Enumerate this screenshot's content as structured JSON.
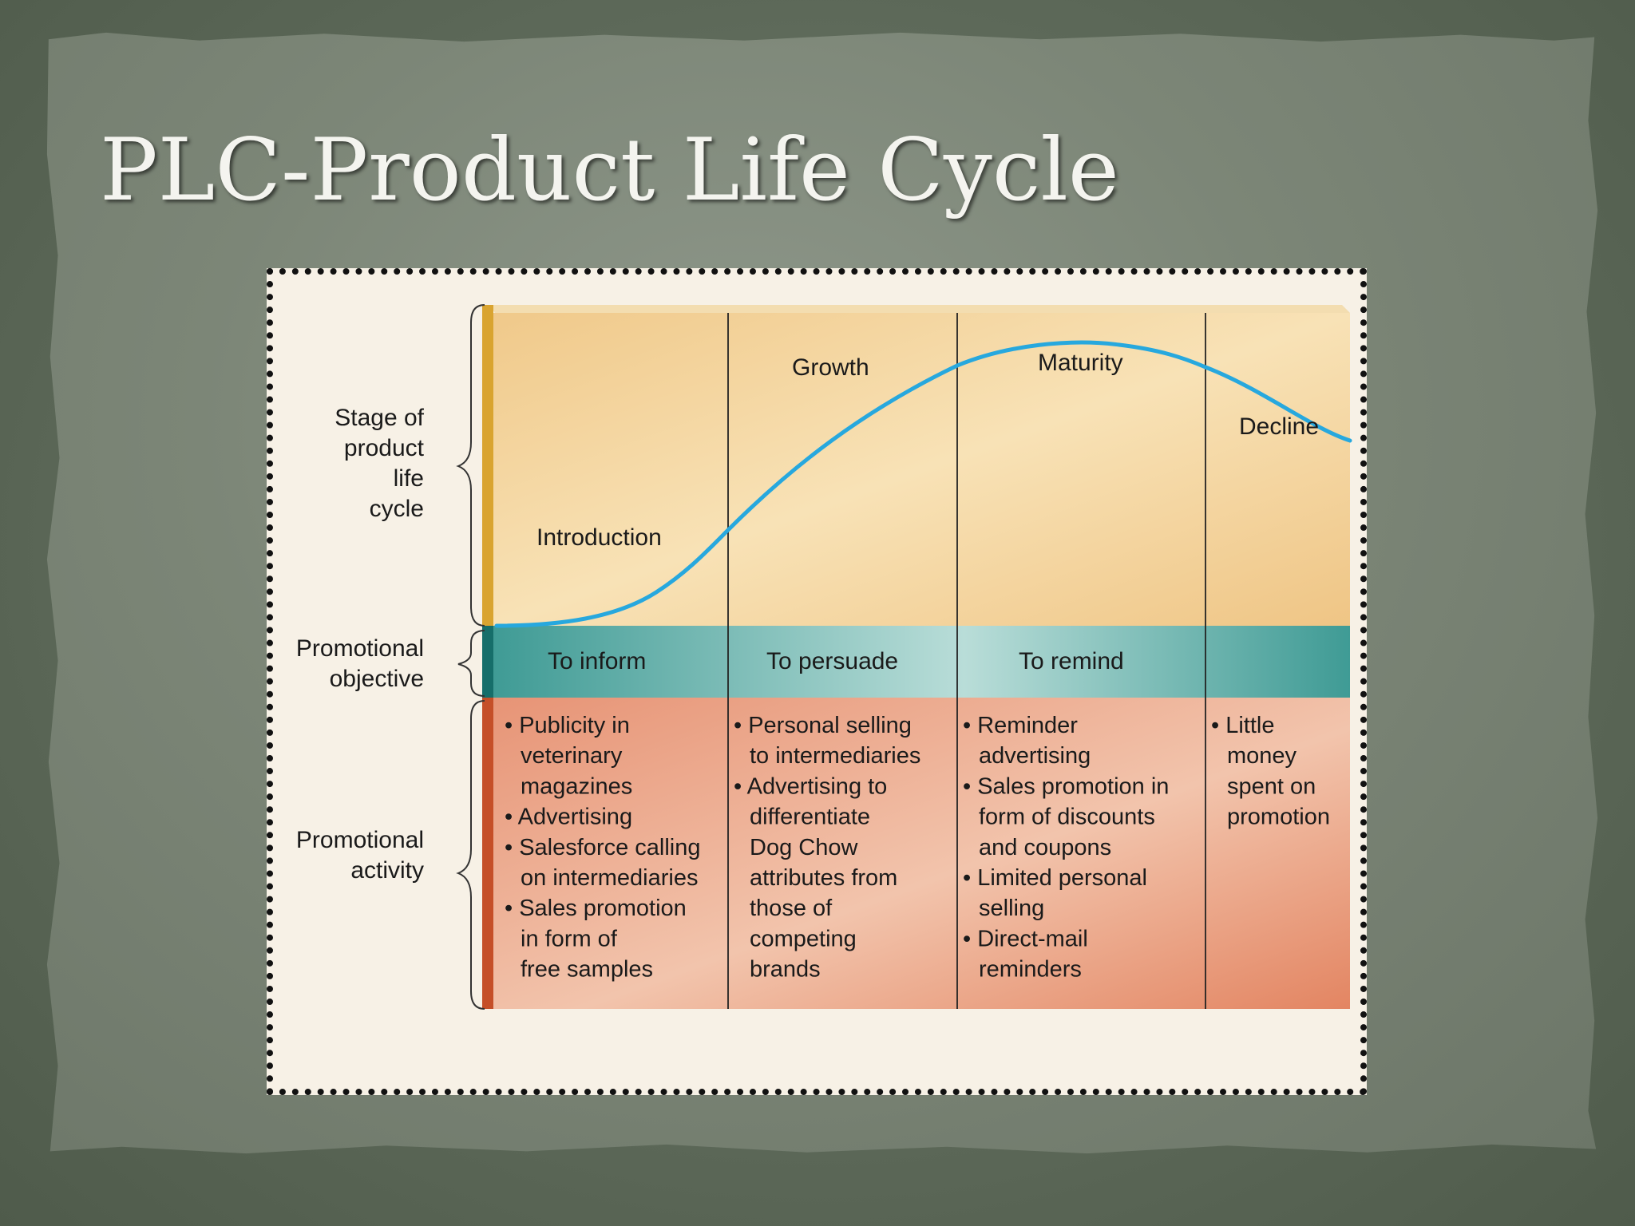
{
  "slide": {
    "title": "PLC-Product Life Cycle"
  },
  "diagram": {
    "row_labels": [
      {
        "id": "stage",
        "lines": [
          "Stage of",
          "product",
          "life",
          "cycle"
        ]
      },
      {
        "id": "objective",
        "lines": [
          "Promotional",
          "objective"
        ]
      },
      {
        "id": "activity",
        "lines": [
          "Promotional",
          "activity"
        ]
      }
    ],
    "stages": [
      "Introduction",
      "Growth",
      "Maturity",
      "Decline"
    ],
    "objectives": [
      "To inform",
      "To persuade",
      "To remind",
      ""
    ],
    "activities": [
      [
        "• Publicity in",
        "veterinary",
        "magazines",
        "• Advertising",
        "• Salesforce calling",
        "on intermediaries",
        "• Sales promotion",
        "in form of",
        "free samples"
      ],
      [
        "• Personal selling",
        "to intermediaries",
        "• Advertising to",
        "differentiate",
        "Dog Chow",
        "attributes from",
        "those of",
        "competing",
        "brands"
      ],
      [
        "• Reminder",
        "advertising",
        "• Sales promotion in",
        "form of discounts",
        "and coupons",
        "• Limited personal",
        "selling",
        "• Direct-mail",
        "reminders"
      ],
      [
        "• Little",
        "money",
        "spent on",
        "promotion"
      ]
    ],
    "colors": {
      "curve": "#27a8de",
      "stage_band": "#f3d49a",
      "objective_band": "#4ea59e",
      "activity_band": "#e58f6d"
    }
  }
}
